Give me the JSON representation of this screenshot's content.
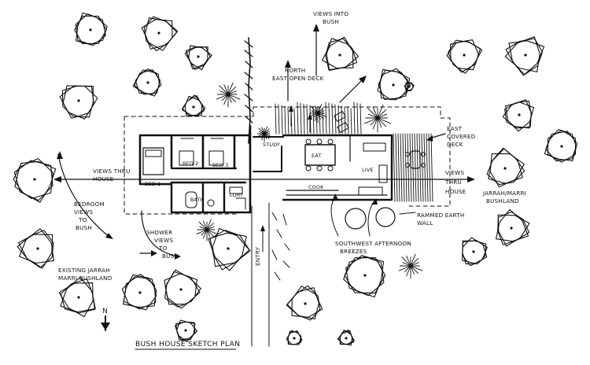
{
  "title": "BUSH HOUSE SKETCH PLAN",
  "north_marker": "N",
  "labels": {
    "views_into_bush": [
      "VIEWS INTO",
      "BUSH"
    ],
    "north_east_deck": [
      "NORTH",
      "EAST OPEN DECK"
    ],
    "east_covered_deck": [
      "EAST",
      "COVERED",
      "DECK"
    ],
    "views_thru_house_left": [
      "VIEWS THRU",
      "HOUSE"
    ],
    "views_thru_house_right": [
      "VIEWS",
      "THRU",
      "HOUSE"
    ],
    "jarrah_marri_bushland": [
      "JARRAH/MARRI",
      "BUSHLAND"
    ],
    "rammed_earth_wall": [
      "RAMMED EARTH",
      "WALL"
    ],
    "bedroom_views": [
      "BEDROOM",
      "VIEWS",
      "TO",
      "BUSH"
    ],
    "shower_views": [
      "SHOWER",
      "VIEWS",
      "TO",
      "BUSH"
    ],
    "existing_bushland": [
      "EXISTING JARRAH",
      "MARRI BUSHLAND"
    ],
    "southwest_breezes": [
      "SOUTHWEST AFTERNOON",
      "BREEZES"
    ],
    "entry": "ENTRY"
  },
  "rooms": {
    "bed1": "BED 1",
    "bed2": "BED 2",
    "bed3": "BED 3",
    "study": "STUDY",
    "eat": "EAT",
    "cook": "COOK",
    "live": "LIVE",
    "bath": "BATH",
    "ldry": "LDRY"
  }
}
